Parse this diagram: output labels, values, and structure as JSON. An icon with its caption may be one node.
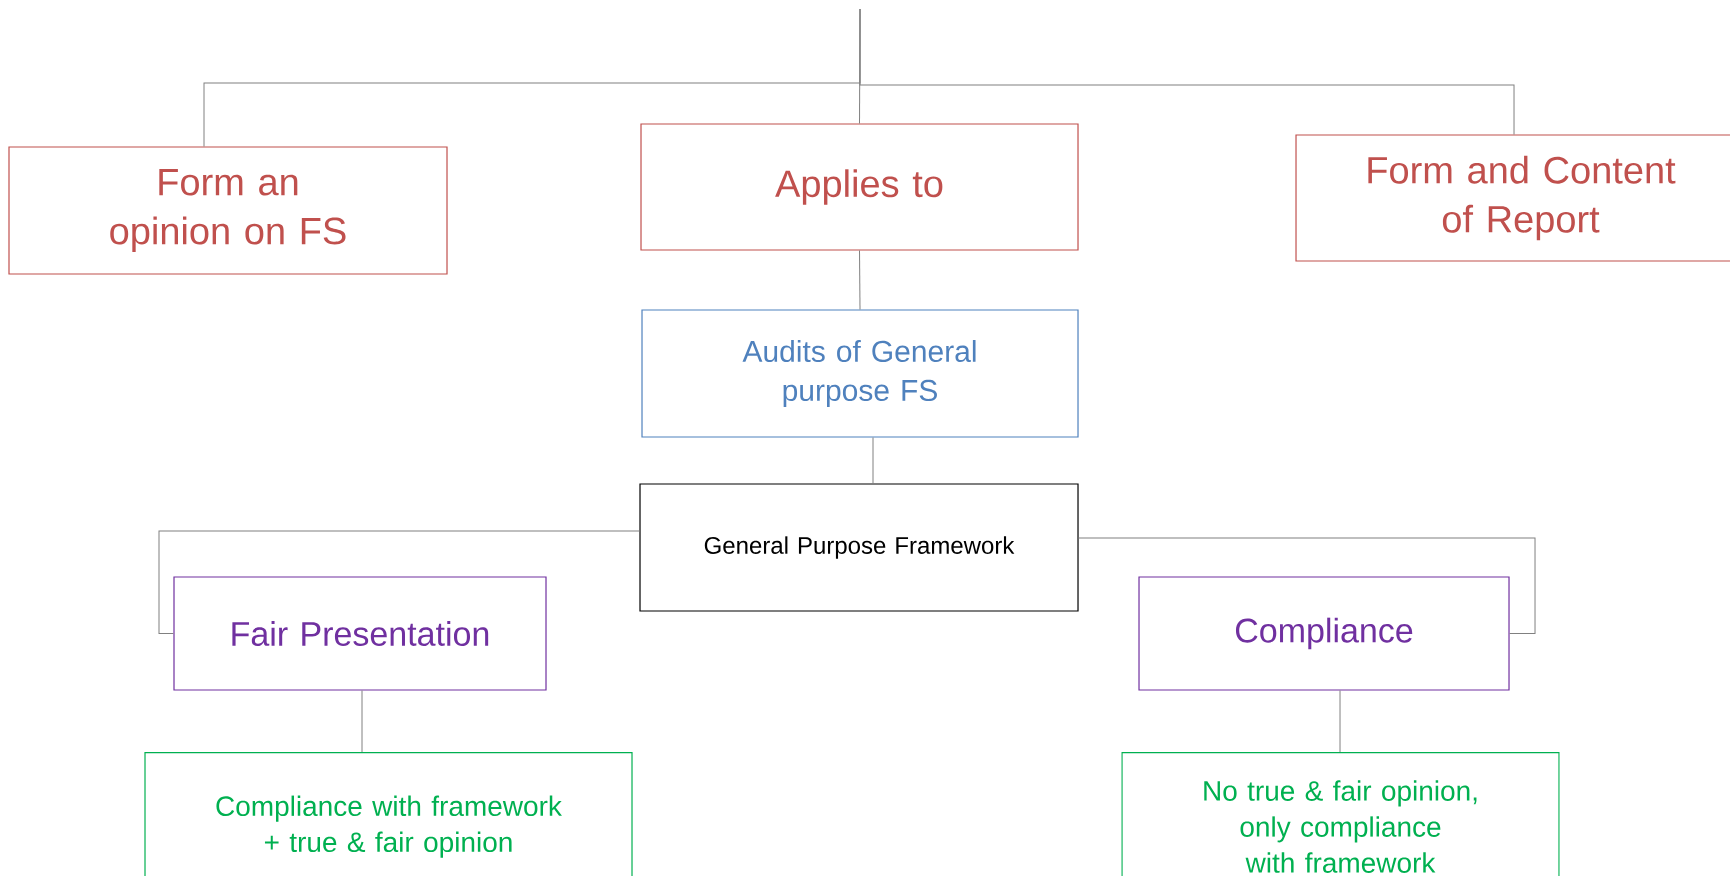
{
  "diagram": {
    "nodes": [
      {
        "text": [
          "Form an opinion on FS"
        ]
      },
      {
        "text": [
          "Applies to"
        ]
      },
      {
        "text": [
          "Form and Content of Report"
        ]
      },
      {
        "text": [
          "Audits of General purpose FS"
        ]
      },
      {
        "text": [
          "General Purpose Framework"
        ]
      },
      {
        "text": [
          "Fair Presentation"
        ]
      },
      {
        "text": [
          "Compliance"
        ]
      },
      {
        "text": [
          "Compliance with framework + true & fair opinion"
        ]
      },
      {
        "text": [
          "No true & fair opinion, only compliance with framework"
        ]
      }
    ],
    "edges": [
      {
        "from": null,
        "to": 0,
        "arrow": "none"
      },
      {
        "from": null,
        "to": 1,
        "arrow": "none"
      },
      {
        "from": null,
        "to": 2,
        "arrow": "none"
      },
      {
        "from": 1,
        "to": 3,
        "arrow": "none"
      },
      {
        "from": 3,
        "to": 4,
        "arrow": "none"
      },
      {
        "from": 4,
        "to": 5,
        "arrow": "none"
      },
      {
        "from": 4,
        "to": 6,
        "arrow": "none"
      },
      {
        "from": 5,
        "to": 7,
        "arrow": "none"
      },
      {
        "from": 6,
        "to": 8,
        "arrow": "none"
      }
    ]
  }
}
